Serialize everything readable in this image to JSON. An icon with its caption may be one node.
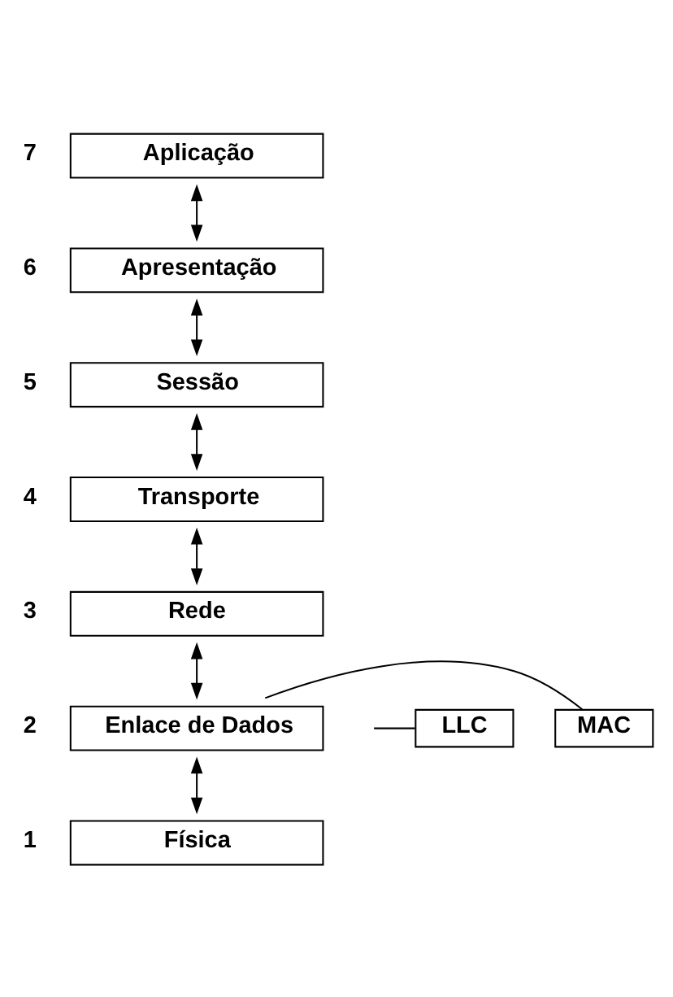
{
  "diagram": {
    "nodes": [
      {
        "text": [
          "Aplicação"
        ],
        "beside": [
          "7"
        ]
      },
      {
        "text": [
          "Apresentação"
        ],
        "beside": [
          "6"
        ]
      },
      {
        "text": [
          "Sessão"
        ],
        "beside": [
          "5"
        ]
      },
      {
        "text": [
          "Transporte"
        ],
        "beside": [
          "4"
        ]
      },
      {
        "text": [
          "Rede"
        ],
        "beside": [
          "3"
        ]
      },
      {
        "text": [
          "Enlace de Dados"
        ],
        "beside": [
          "2"
        ]
      },
      {
        "text": [
          "LLC"
        ]
      },
      {
        "text": [
          "MAC"
        ]
      },
      {
        "text": [
          "Física"
        ],
        "beside": [
          "1"
        ]
      }
    ],
    "edges": [
      {
        "from": 0,
        "to": 1,
        "arrow": "both"
      },
      {
        "from": 1,
        "to": 2,
        "arrow": "both"
      },
      {
        "from": 2,
        "to": 3,
        "arrow": "both"
      },
      {
        "from": 3,
        "to": 4,
        "arrow": "both"
      },
      {
        "from": 4,
        "to": 5,
        "arrow": "both"
      },
      {
        "from": 5,
        "to": 8,
        "arrow": "both"
      },
      {
        "from": 5,
        "to": 6,
        "arrow": "none"
      },
      {
        "from": 5,
        "to": 7,
        "arrow": "none"
      }
    ]
  }
}
